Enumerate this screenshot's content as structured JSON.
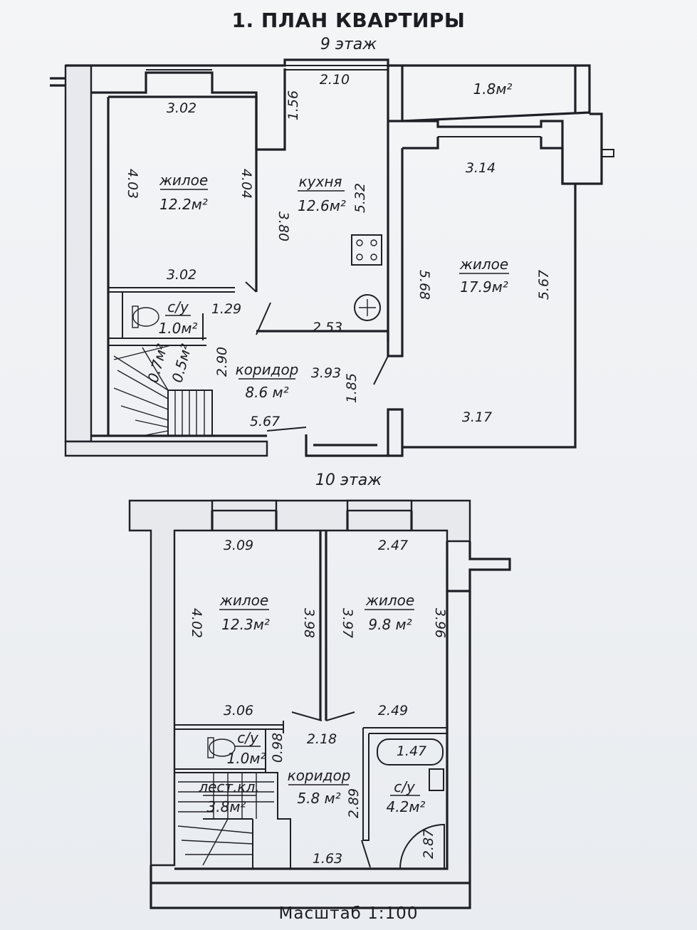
{
  "title": "1. ПЛАН КВАРТИРЫ",
  "scale": "Масштаб 1:100",
  "floors": {
    "f9": "9 этаж",
    "f10": "10 этаж"
  },
  "floor9": {
    "bedroom_left": {
      "name": "жилое",
      "area": "12.2м²",
      "d_top": "3.02",
      "d_bottom": "3.02",
      "d_left": "4.03",
      "d_right": "4.04"
    },
    "kitchen": {
      "name": "кухня",
      "area": "12.6м²",
      "d_top": "2.10",
      "d_left_top": "1.56",
      "d_left": "3.80",
      "d_right": "5.32",
      "d_bottom": "2.53"
    },
    "balcony": {
      "area": "1.8м²"
    },
    "bedroom_right": {
      "name": "жилое",
      "area": "17.9м²",
      "d_top": "3.14",
      "d_left": "5.68",
      "d_right": "5.67",
      "d_bottom": "3.17"
    },
    "wc": {
      "name": "с/у",
      "area": "1.0м²",
      "d_side": "1.29"
    },
    "small_1": "0.7м²",
    "small_2": "0.5м²",
    "corridor": {
      "name": "коридор",
      "area": "8.6 м²",
      "d_left": "2.90",
      "d_mid": "3.93",
      "d_right": "1.85",
      "d_bottom": "5.67"
    }
  },
  "floor10": {
    "bedroom_left": {
      "name": "жилое",
      "area": "12.3м²",
      "d_top": "3.09",
      "d_bottom": "3.06",
      "d_left": "4.02",
      "d_right": "3.98"
    },
    "bedroom_right": {
      "name": "жилое",
      "area": "9.8 м²",
      "d_top": "2.47",
      "d_bottom": "2.49",
      "d_left": "3.97",
      "d_right": "3.96"
    },
    "wc": {
      "name": "с/у",
      "area": "1.0м²",
      "d_side": "0.98"
    },
    "stair": {
      "name": "лест.кл.",
      "area": "3.8м²"
    },
    "corridor": {
      "name": "коридор",
      "area": "5.8 м²",
      "d_top": "2.18",
      "d_right": "2.89",
      "d_bottom": "1.63"
    },
    "bath": {
      "name": "с/у",
      "area": "4.2м²",
      "d_tub": "1.47",
      "d_side": "2.87"
    }
  }
}
